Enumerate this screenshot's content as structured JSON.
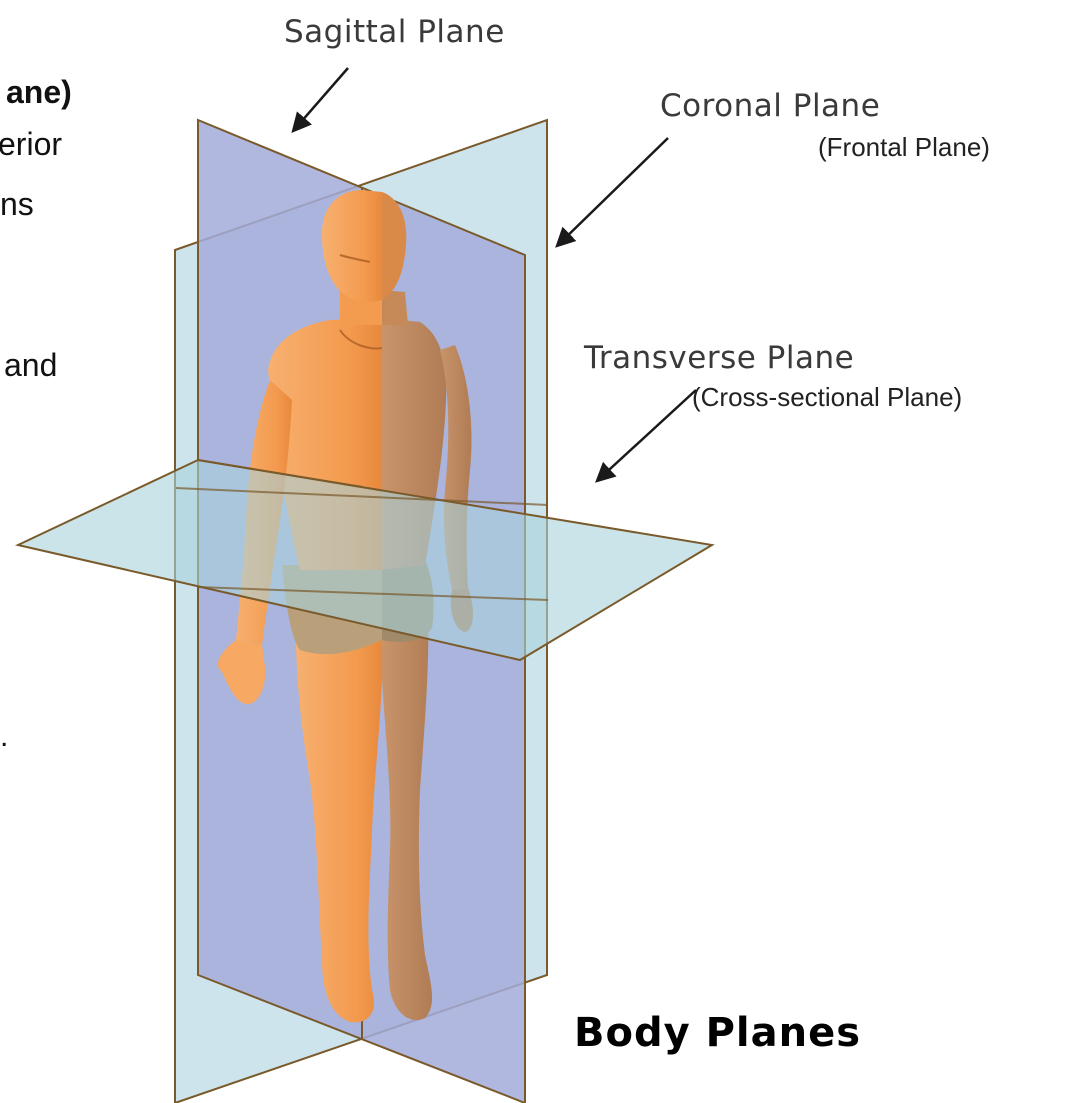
{
  "left_cut_text": {
    "line1": "ane)",
    "line2": "erior",
    "line3": "ns",
    "line4": "and",
    "line5": "."
  },
  "labels": {
    "sagittal": "Sagittal Plane",
    "coronal": "Coronal Plane",
    "frontal": "(Frontal Plane)",
    "transverse": "Transverse Plane",
    "cross_sectional": "(Cross-sectional Plane)"
  },
  "title": "Body Planes",
  "colors": {
    "sagittal_plane": "#9fa8d8",
    "coronal_plane": "#b9d7e4",
    "transverse_plane": "#a9d2dc",
    "plane_edge": "#7a5a2a",
    "skin_light": "#f6a862",
    "skin_dark": "#c58a58",
    "arrow": "#1a1a1a"
  }
}
